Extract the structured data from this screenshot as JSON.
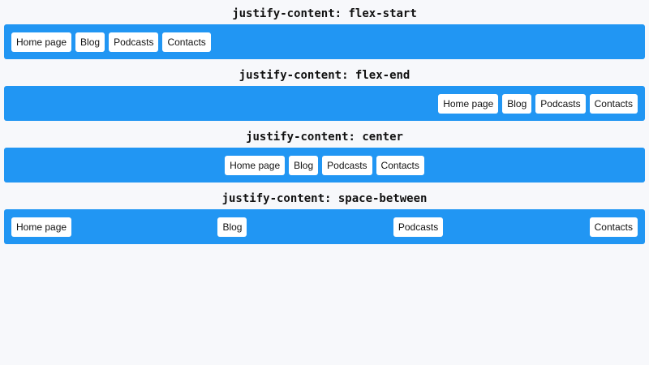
{
  "sections": [
    {
      "title": "justify-content: flex-start",
      "items": [
        "Home page",
        "Blog",
        "Podcasts",
        "Contacts"
      ]
    },
    {
      "title": "justify-content: flex-end",
      "items": [
        "Home page",
        "Blog",
        "Podcasts",
        "Contacts"
      ]
    },
    {
      "title": "justify-content: center",
      "items": [
        "Home page",
        "Blog",
        "Podcasts",
        "Contacts"
      ]
    },
    {
      "title": "justify-content: space-between",
      "items": [
        "Home page",
        "Blog",
        "Podcasts",
        "Contacts"
      ]
    }
  ],
  "colors": {
    "nav_background": "#2196f3",
    "page_background": "#f7f8fb",
    "button_background": "#ffffff"
  }
}
